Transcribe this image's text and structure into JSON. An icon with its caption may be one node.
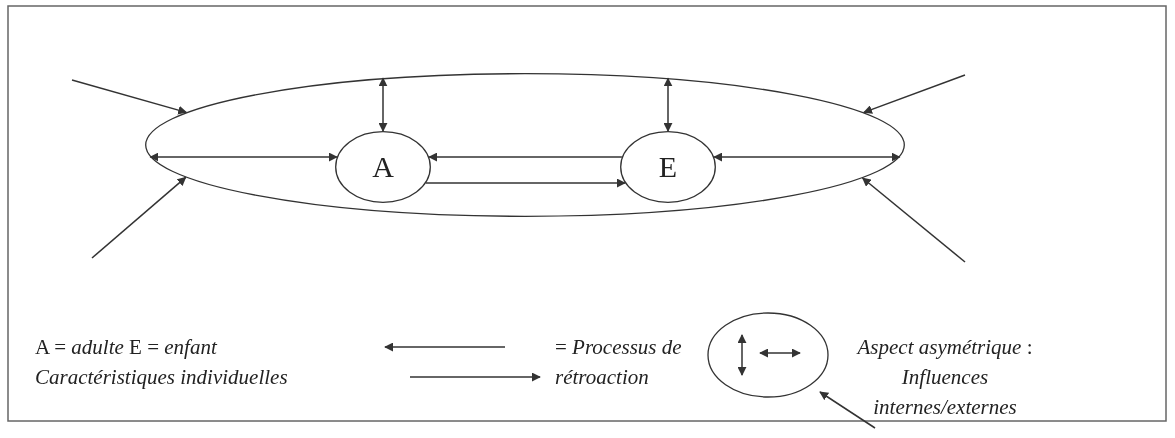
{
  "diagram": {
    "nodes": [
      {
        "text": [],
        "shape": "ellipse"
      },
      {
        "text": [
          "A"
        ],
        "in": 0
      },
      {
        "text": [
          "E"
        ],
        "in": 0
      }
    ],
    "edges": [
      {
        "from": 0,
        "to": 1,
        "arrow": "both"
      },
      {
        "from": 0,
        "to": 1,
        "arrow": "both"
      },
      {
        "from": 2,
        "to": 1,
        "arrow": "to"
      },
      {
        "from": 1,
        "to": 2,
        "arrow": "to"
      },
      {
        "from": 0,
        "to": 2,
        "arrow": "both"
      },
      {
        "from": 2,
        "to": 0,
        "arrow": "both"
      },
      {
        "from": null,
        "to": 0,
        "arrow": "to"
      },
      {
        "from": null,
        "to": 0,
        "arrow": "to"
      },
      {
        "from": null,
        "to": 0,
        "arrow": "to"
      },
      {
        "from": null,
        "to": 0,
        "arrow": "to"
      }
    ],
    "labels": [
      "A = *adulte* E = *enfant*",
      "Caractéristiques individuelles"
    ],
    "legend": [
      {
        "text": "= *Processus de rétroaction*"
      },
      {
        "text": "*Aspect asymétrique* : *Influences internes/externes*"
      }
    ]
  }
}
